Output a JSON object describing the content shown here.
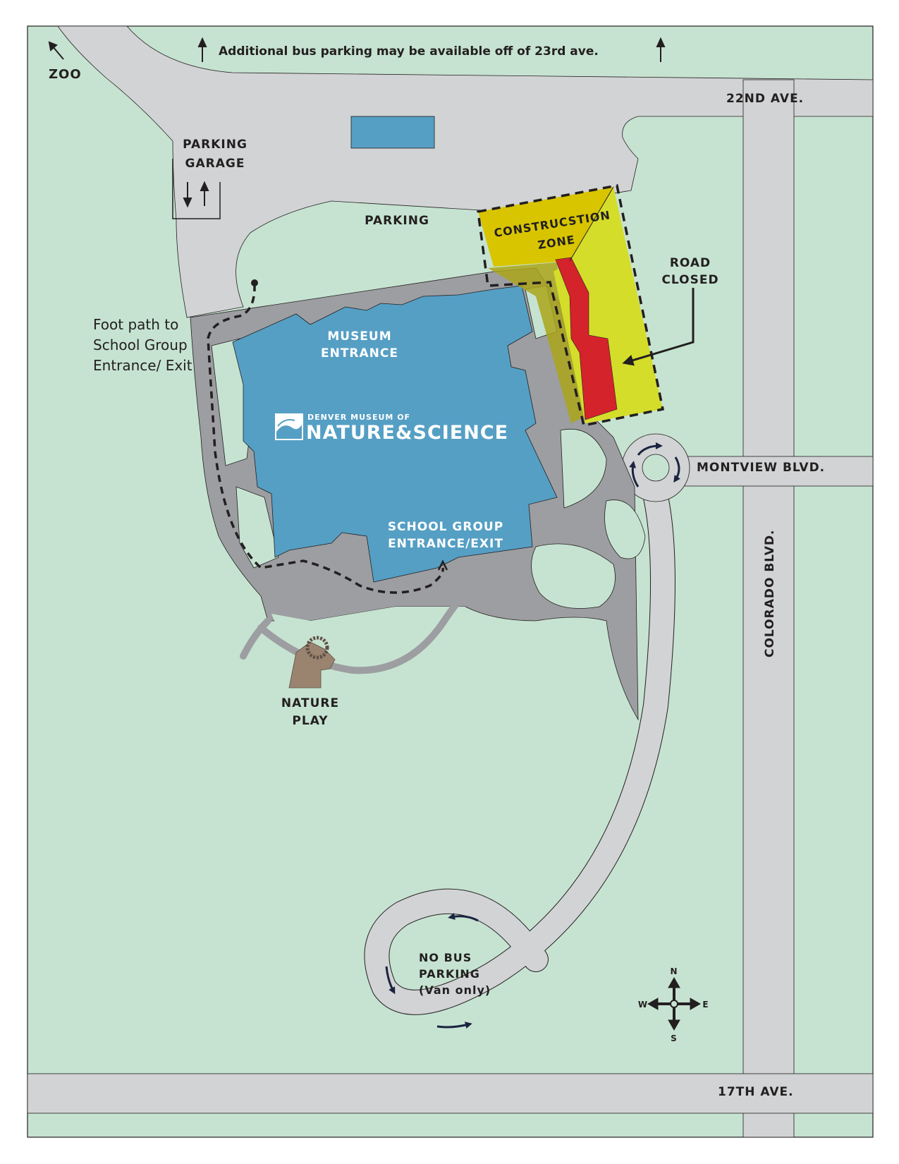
{
  "colors": {
    "grass": "#c6e3d1",
    "road": "#d1d3d4",
    "plaza": "#9d9ea1",
    "building": "#559fc4",
    "construction_dark": "#d8c500",
    "construction_light": "#d4dd2a",
    "closed_road": "#d4232b",
    "nature_play": "#9a8470",
    "text": "#231f20"
  },
  "top_note": "Additional bus parking may be available off of 23rd ave.",
  "zoo": "ZOO",
  "streets": {
    "ave22": "22ND AVE.",
    "montview": "MONTVIEW BLVD.",
    "colorado": "COLORADO BLVD.",
    "ave17": "17TH AVE."
  },
  "parking_garage": {
    "line1": "PARKING",
    "line2": "GARAGE"
  },
  "parking": "PARKING",
  "construction": {
    "line1": "CONSTRUCSTION",
    "line2": "ZONE"
  },
  "road_closed": {
    "line1": "ROAD",
    "line2": "CLOSED"
  },
  "foot_path": {
    "line1": "Foot path to",
    "line2": "School Group",
    "line3": "Entrance/ Exit"
  },
  "museum_entrance": {
    "line1": "MUSEUM",
    "line2": "ENTRANCE"
  },
  "logo": {
    "top": "DENVER MUSEUM OF",
    "main": "NATURE&SCIENCE"
  },
  "school_group": {
    "line1": "SCHOOL GROUP",
    "line2": "ENTRANCE/EXIT"
  },
  "nature_play": {
    "line1": "NATURE",
    "line2": "PLAY"
  },
  "no_bus": {
    "line1": "NO BUS",
    "line2": "PARKING",
    "line3": "(Van only)"
  },
  "compass": {
    "n": "N",
    "s": "S",
    "e": "E",
    "w": "W"
  },
  "icons": [
    "arrow-up-icon",
    "arrow-down-icon",
    "compass-rose-icon",
    "flow-arrow-icon",
    "ram-statue-icon",
    "wave-logo-icon"
  ]
}
